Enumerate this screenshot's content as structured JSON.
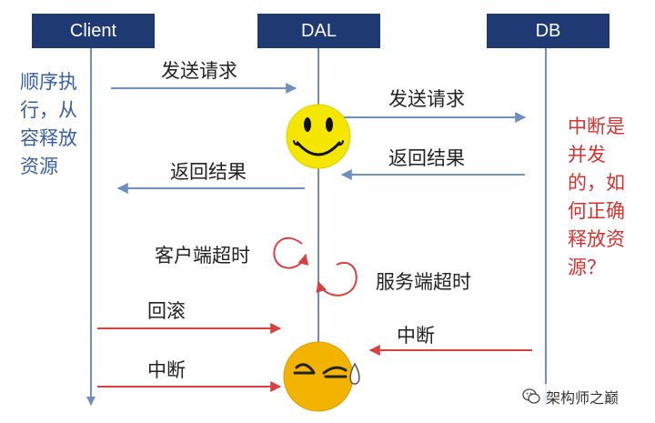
{
  "headers": {
    "client": "Client",
    "dal": "DAL",
    "db": "DB"
  },
  "notes": {
    "client_side": "顺序执行，从容释放资源",
    "db_side": "中断是并发的，如何正确释放资源？"
  },
  "messages": {
    "send_request_1": "发送请求",
    "send_request_2": "发送请求",
    "return_result_1": "返回结果",
    "return_result_2": "返回结果",
    "client_timeout": "客户端超时",
    "server_timeout": "服务端超时",
    "rollback": "回滚",
    "interrupt_1": "中断",
    "interrupt_2": "中断"
  },
  "watermark": {
    "text": "架构师之巅"
  },
  "colors": {
    "header_bg": "#1f3a73",
    "lifeline": "#6f8fbf",
    "blue_arrow": "#6f8fbf",
    "red_arrow": "#d94040",
    "client_note": "#3a5fa0",
    "db_note": "#d93030",
    "happy_face": "#f5e600",
    "sad_face": "#f2b400"
  },
  "icons": {
    "happy": "smiley-face-icon",
    "sad": "sweating-face-icon",
    "watermark": "wechat-icon"
  }
}
